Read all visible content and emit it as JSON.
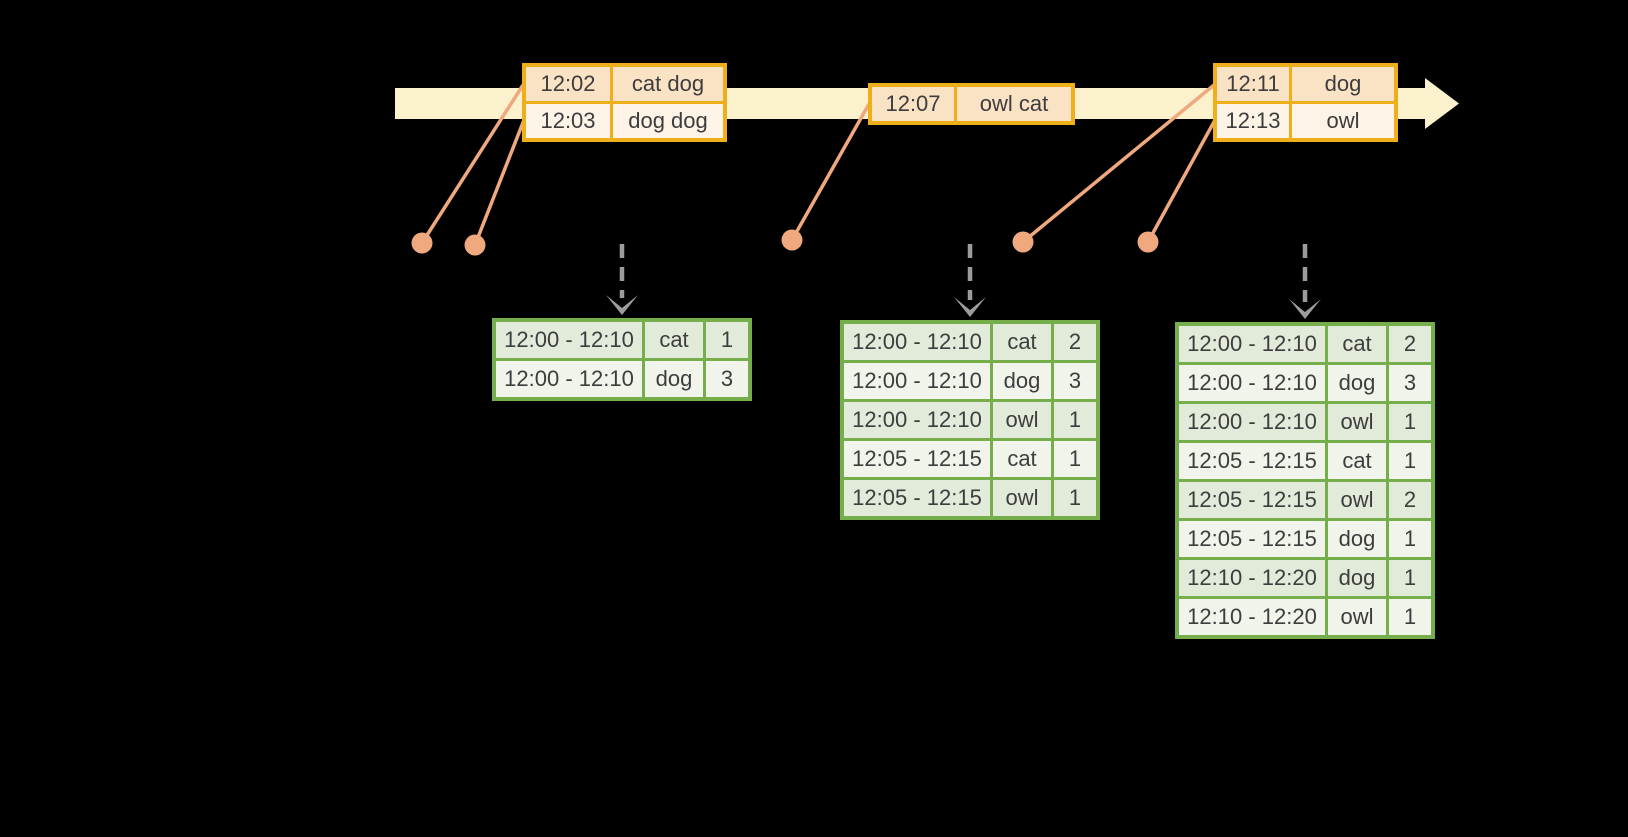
{
  "colors": {
    "background": "#000000",
    "timeline_fill": "#FBF1CC",
    "event_table_border": "#EFAF1A",
    "event_row_dark": "#FAE2C5",
    "event_row_light": "#FDF3E6",
    "connector_salmon": "#F0A87E",
    "result_table_border": "#77AE4C",
    "result_row_dark": "#E2EBD9",
    "result_row_light": "#F0F4EB",
    "trigger_arrow_gray": "#9C9C9C",
    "text": "#3D3D3D"
  },
  "timeline": {
    "event_tables": [
      {
        "rows": [
          {
            "time": "12:02",
            "words": "cat dog"
          },
          {
            "time": "12:03",
            "words": "dog dog"
          }
        ]
      },
      {
        "rows": [
          {
            "time": "12:07",
            "words": "owl cat"
          }
        ]
      },
      {
        "rows": [
          {
            "time": "12:11",
            "words": "dog"
          },
          {
            "time": "12:13",
            "words": "owl"
          }
        ]
      }
    ]
  },
  "result_tables": [
    {
      "rows": [
        {
          "window": "12:00 - 12:10",
          "word": "cat",
          "count": "1"
        },
        {
          "window": "12:00 - 12:10",
          "word": "dog",
          "count": "3"
        }
      ]
    },
    {
      "rows": [
        {
          "window": "12:00 - 12:10",
          "word": "cat",
          "count": "2"
        },
        {
          "window": "12:00 - 12:10",
          "word": "dog",
          "count": "3"
        },
        {
          "window": "12:00 - 12:10",
          "word": "owl",
          "count": "1"
        },
        {
          "window": "12:05 - 12:15",
          "word": "cat",
          "count": "1"
        },
        {
          "window": "12:05 - 12:15",
          "word": "owl",
          "count": "1"
        }
      ]
    },
    {
      "rows": [
        {
          "window": "12:00 - 12:10",
          "word": "cat",
          "count": "2"
        },
        {
          "window": "12:00 - 12:10",
          "word": "dog",
          "count": "3"
        },
        {
          "window": "12:00 - 12:10",
          "word": "owl",
          "count": "1"
        },
        {
          "window": "12:05 - 12:15",
          "word": "cat",
          "count": "1"
        },
        {
          "window": "12:05 - 12:15",
          "word": "owl",
          "count": "2"
        },
        {
          "window": "12:05 - 12:15",
          "word": "dog",
          "count": "1"
        },
        {
          "window": "12:10 - 12:20",
          "word": "dog",
          "count": "1"
        },
        {
          "window": "12:10 - 12:20",
          "word": "owl",
          "count": "1"
        }
      ]
    }
  ]
}
